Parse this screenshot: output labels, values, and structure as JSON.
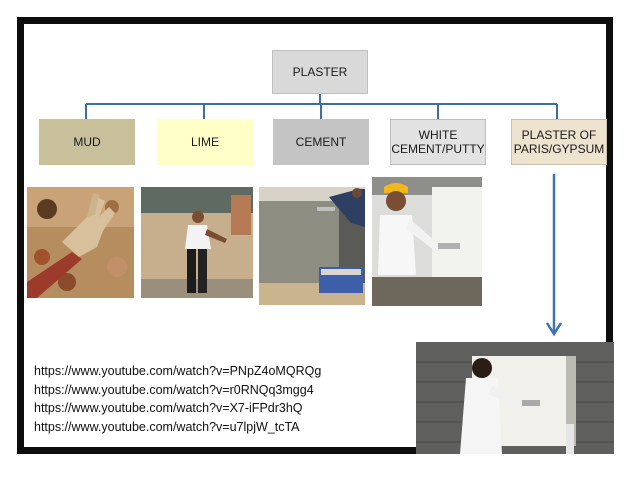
{
  "root": {
    "label": "PLASTER"
  },
  "types": [
    {
      "label": "MUD"
    },
    {
      "label": "LIME"
    },
    {
      "label": "CEMENT"
    },
    {
      "label": "WHITE CEMENT/PUTTY"
    },
    {
      "label": "PLASTER OF PARIS/GYPSUM"
    }
  ],
  "links": [
    "https://www.youtube.com/watch?v=PNpZ4oMQRQg",
    "https://www.youtube.com/watch?v=r0RNQq3mgg4",
    "https://www.youtube.com/watch?v=X7-iFPdr3hQ",
    "https://www.youtube.com/watch?v=u7lpjW_tcTA"
  ],
  "colors": {
    "connector": "#3a6ea5",
    "arrow": "#3f72ae",
    "mud": "#c7c09b",
    "lime": "#ffffc7",
    "cement": "#c4c4c4",
    "white_cement": "#e2e2e2",
    "plaster_of_paris": "#ede3cf",
    "root": "#d9d9d9"
  }
}
